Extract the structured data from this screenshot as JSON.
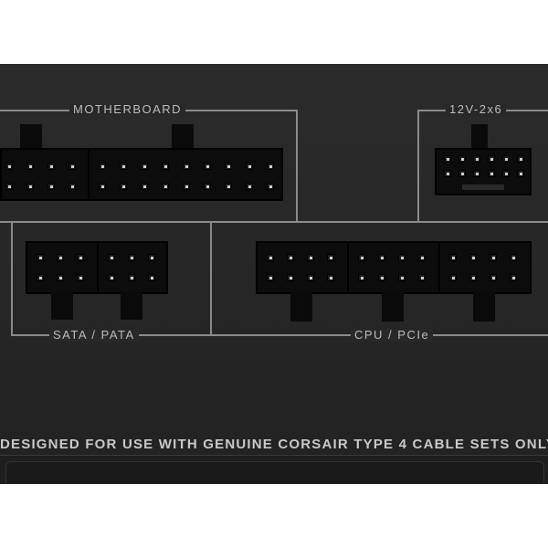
{
  "labels": {
    "motherboard": "MOTHERBOARD",
    "cpu_12v": "12V-2x6",
    "sata_pata": "SATA / PATA",
    "cpu_pcie": "CPU / PCIe"
  },
  "footer": {
    "notice": "DESIGNED FOR USE WITH GENUINE CORSAIR TYPE 4 CABLE SETS ONLY"
  },
  "colors": {
    "panel": "#262626",
    "connector": "#0c0c0c",
    "outline": "#8a8a8a",
    "text": "#c9c9c9"
  }
}
